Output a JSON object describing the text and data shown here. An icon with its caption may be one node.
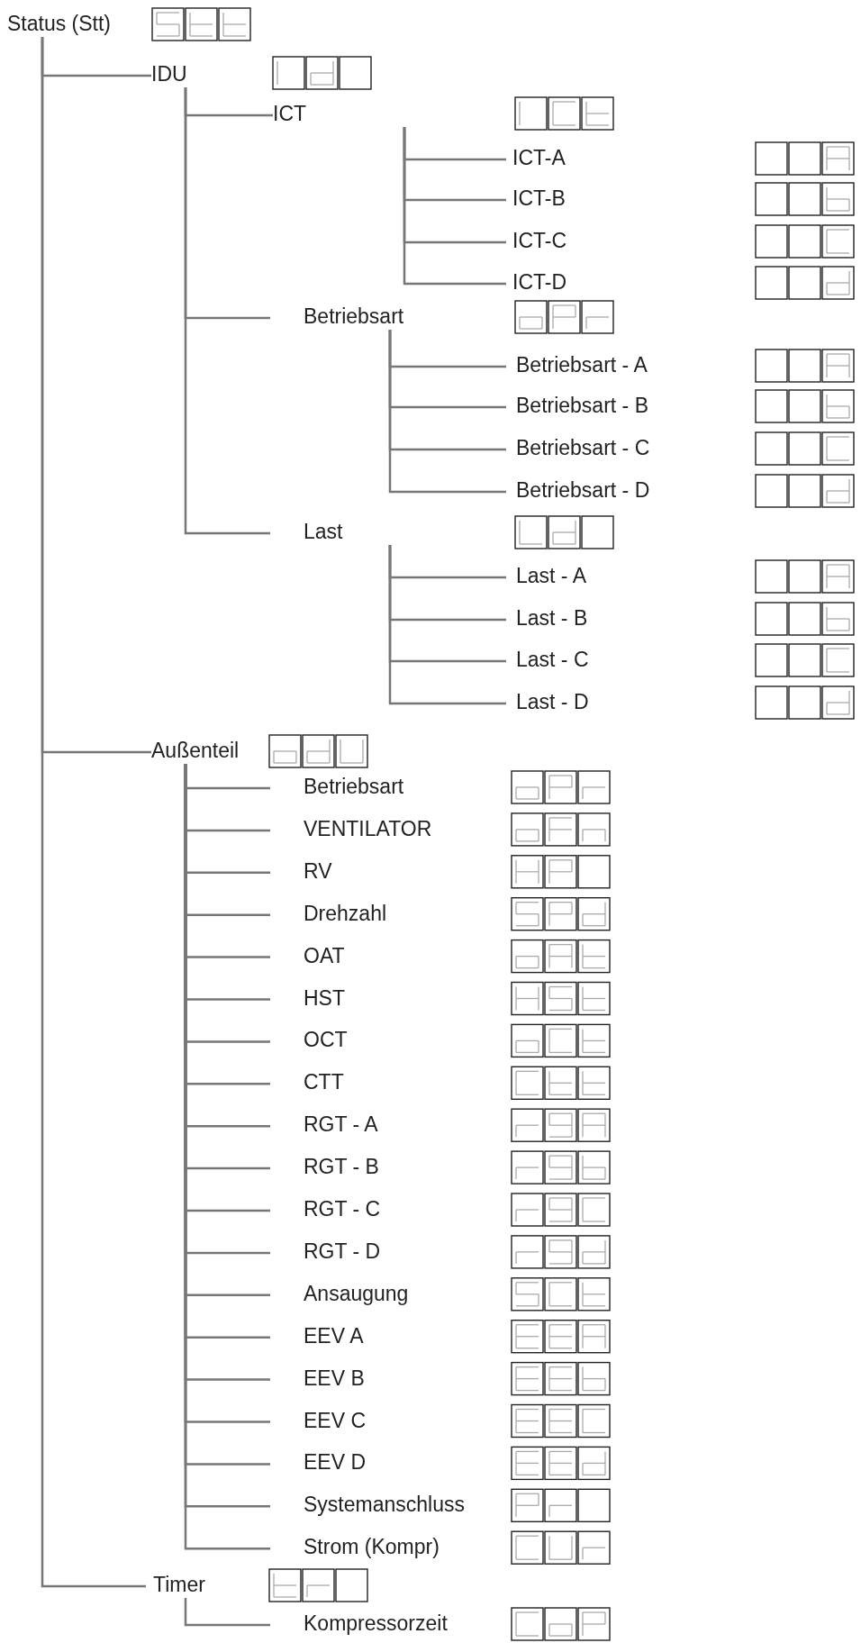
{
  "diagram": {
    "nodes": [
      {
        "text": [
          "Status (Stt)"
        ]
      },
      {
        "text": [
          "IDU"
        ]
      },
      {
        "text": [
          "ICT"
        ]
      },
      {
        "text": [
          "ICT-A"
        ]
      },
      {
        "text": [
          "ICT-B"
        ]
      },
      {
        "text": [
          "ICT-C"
        ]
      },
      {
        "text": [
          "ICT-D"
        ]
      },
      {
        "text": [
          "Betriebsart"
        ]
      },
      {
        "text": [
          "Betriebsart - A"
        ]
      },
      {
        "text": [
          "Betriebsart - B"
        ]
      },
      {
        "text": [
          "Betriebsart - C"
        ]
      },
      {
        "text": [
          "Betriebsart - D"
        ]
      },
      {
        "text": [
          "Last"
        ]
      },
      {
        "text": [
          "Last - A"
        ]
      },
      {
        "text": [
          "Last - B"
        ]
      },
      {
        "text": [
          "Last - C"
        ]
      },
      {
        "text": [
          "Last - D"
        ]
      },
      {
        "text": [
          "Außenteil"
        ]
      },
      {
        "text": [
          "Betriebsart"
        ]
      },
      {
        "text": [
          "VENTILATOR"
        ]
      },
      {
        "text": [
          "RV"
        ]
      },
      {
        "text": [
          "Drehzahl"
        ]
      },
      {
        "text": [
          "OAT"
        ]
      },
      {
        "text": [
          "HST"
        ]
      },
      {
        "text": [
          "OCT"
        ]
      },
      {
        "text": [
          "CTT"
        ]
      },
      {
        "text": [
          "RGT - A"
        ]
      },
      {
        "text": [
          "RGT - B"
        ]
      },
      {
        "text": [
          "RGT - C"
        ]
      },
      {
        "text": [
          "RGT - D"
        ]
      },
      {
        "text": [
          "Ansaugung"
        ]
      },
      {
        "text": [
          "EEV A"
        ]
      },
      {
        "text": [
          "EEV B"
        ]
      },
      {
        "text": [
          "EEV C"
        ]
      },
      {
        "text": [
          "EEV D"
        ]
      },
      {
        "text": [
          "Systemanschluss"
        ]
      },
      {
        "text": [
          "Strom (Kompr)"
        ]
      },
      {
        "text": [
          "Timer"
        ]
      },
      {
        "text": [
          "Kompressorzeit"
        ]
      }
    ],
    "edges": [
      {
        "from": 0,
        "to": 1,
        "arrow": "none"
      },
      {
        "from": 0,
        "to": 17,
        "arrow": "none"
      },
      {
        "from": 0,
        "to": 37,
        "arrow": "none"
      },
      {
        "from": 1,
        "to": 2,
        "arrow": "none"
      },
      {
        "from": 1,
        "to": 7,
        "arrow": "none"
      },
      {
        "from": 1,
        "to": 12,
        "arrow": "none"
      },
      {
        "from": 2,
        "to": 3,
        "arrow": "none"
      },
      {
        "from": 2,
        "to": 4,
        "arrow": "none"
      },
      {
        "from": 2,
        "to": 5,
        "arrow": "none"
      },
      {
        "from": 2,
        "to": 6,
        "arrow": "none"
      },
      {
        "from": 7,
        "to": 8,
        "arrow": "none"
      },
      {
        "from": 7,
        "to": 9,
        "arrow": "none"
      },
      {
        "from": 7,
        "to": 10,
        "arrow": "none"
      },
      {
        "from": 7,
        "to": 11,
        "arrow": "none"
      },
      {
        "from": 12,
        "to": 13,
        "arrow": "none"
      },
      {
        "from": 12,
        "to": 14,
        "arrow": "none"
      },
      {
        "from": 12,
        "to": 15,
        "arrow": "none"
      },
      {
        "from": 12,
        "to": 16,
        "arrow": "none"
      },
      {
        "from": 17,
        "to": 18,
        "arrow": "none"
      },
      {
        "from": 17,
        "to": 19,
        "arrow": "none"
      },
      {
        "from": 17,
        "to": 20,
        "arrow": "none"
      },
      {
        "from": 17,
        "to": 21,
        "arrow": "none"
      },
      {
        "from": 17,
        "to": 22,
        "arrow": "none"
      },
      {
        "from": 17,
        "to": 23,
        "arrow": "none"
      },
      {
        "from": 17,
        "to": 24,
        "arrow": "none"
      },
      {
        "from": 17,
        "to": 25,
        "arrow": "none"
      },
      {
        "from": 17,
        "to": 26,
        "arrow": "none"
      },
      {
        "from": 17,
        "to": 27,
        "arrow": "none"
      },
      {
        "from": 17,
        "to": 28,
        "arrow": "none"
      },
      {
        "from": 17,
        "to": 29,
        "arrow": "none"
      },
      {
        "from": 17,
        "to": 30,
        "arrow": "none"
      },
      {
        "from": 17,
        "to": 31,
        "arrow": "none"
      },
      {
        "from": 17,
        "to": 32,
        "arrow": "none"
      },
      {
        "from": 17,
        "to": 33,
        "arrow": "none"
      },
      {
        "from": 17,
        "to": 34,
        "arrow": "none"
      },
      {
        "from": 17,
        "to": 35,
        "arrow": "none"
      },
      {
        "from": 17,
        "to": 36,
        "arrow": "none"
      },
      {
        "from": 37,
        "to": 38,
        "arrow": "none"
      }
    ]
  }
}
